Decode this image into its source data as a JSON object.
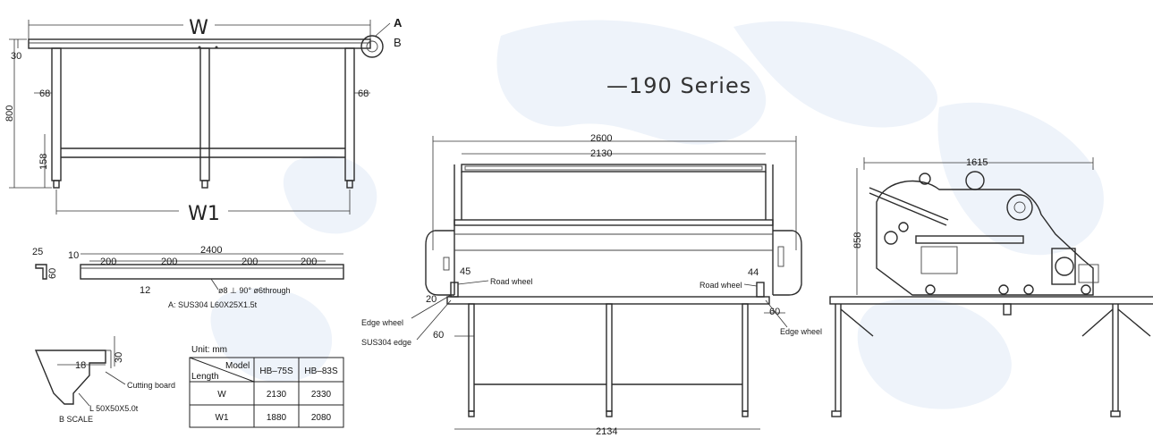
{
  "colors": {
    "line": "#2b2b2b",
    "map_tint": "#e6eef8",
    "background": "#ffffff"
  },
  "series_title": "—190 Series",
  "top_left": {
    "w_label": "W",
    "a_label": "A",
    "b_label": "B",
    "dim_30": "30",
    "dim_68_left": "68",
    "dim_68_right": "68",
    "dim_800": "800",
    "dim_158": "158",
    "w1_label": "W1"
  },
  "detail_a": {
    "dim_25": "25",
    "dim_10": "10",
    "dim_2400": "2400",
    "dim_60": "60",
    "seg_1": "200",
    "seg_2": "200",
    "seg_3": "200",
    "seg_4": "200",
    "dim_12": "12",
    "hole_note": "ø8 ⊥ 90° ø6through",
    "material": "A: SUS304 L60X25X1.5t"
  },
  "detail_b": {
    "dim_18": "18",
    "dim_30": "30",
    "cutting_board": "Cutting board",
    "angle": "L 50X50X5.0t",
    "scale": "B SCALE"
  },
  "table": {
    "unit": "Unit: mm",
    "header_model": "Model",
    "header_length": "Length",
    "models": [
      "HB–75S",
      "HB–83S"
    ],
    "rows": [
      {
        "label": "W",
        "values": [
          "2130",
          "2330"
        ]
      },
      {
        "label": "W1",
        "values": [
          "1880",
          "2080"
        ]
      }
    ]
  },
  "front_view": {
    "dim_2600": "2600",
    "dim_2130": "2130",
    "dim_45": "45",
    "dim_44": "44",
    "dim_20": "20",
    "dim_60_left": "60",
    "dim_60_right": "60",
    "dim_2134": "2134",
    "road_wheel_left": "Road wheel",
    "road_wheel_right": "Road wheel",
    "edge_wheel_left": "Edge wheel",
    "edge_wheel_right": "Edge wheel",
    "sus_edge": "SUS304 edge"
  },
  "side_view": {
    "dim_1615": "1615",
    "dim_858": "858"
  }
}
